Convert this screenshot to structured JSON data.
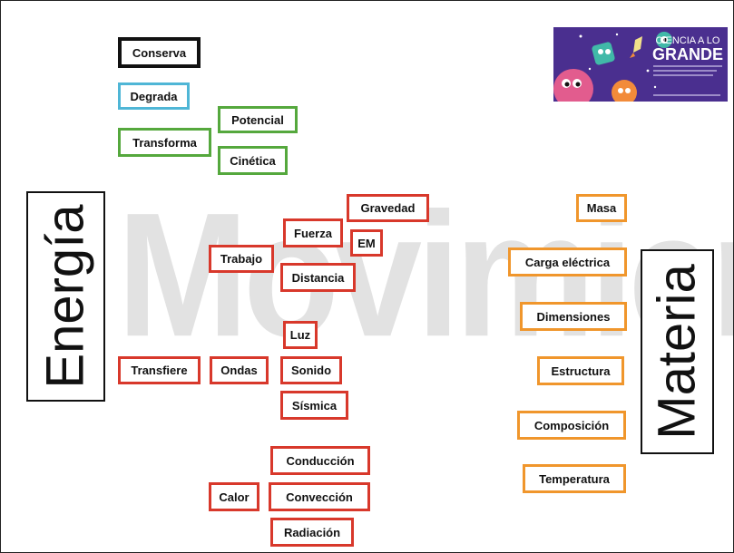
{
  "watermark": "Movimiento",
  "energia_label": "Energía",
  "materia_label": "Materia",
  "logo": {
    "line1": "CIENCIA A LO",
    "line2": "GRANDE",
    "colors": {
      "background": "#4a2f8f",
      "accent_pink": "#e25c8e",
      "accent_orange": "#f28b3a",
      "accent_teal": "#41b9a8"
    }
  },
  "colors": {
    "black": "#111111",
    "blue": "#4fb6d6",
    "green": "#55a83d",
    "red": "#d8382b",
    "orange": "#f0962c",
    "watermark": "#e2e2e2"
  },
  "tags": {
    "conserva": "Conserva",
    "degrada": "Degrada",
    "potencial": "Potencial",
    "transforma": "Transforma",
    "cinetica": "Cinética",
    "gravedad": "Gravedad",
    "fuerza": "Fuerza",
    "em": "EM",
    "trabajo": "Trabajo",
    "distancia": "Distancia",
    "luz": "Luz",
    "transfiere": "Transfiere",
    "ondas": "Ondas",
    "sonido": "Sonido",
    "sismica": "Sísmica",
    "conduccion": "Conducción",
    "calor": "Calor",
    "conveccion": "Convección",
    "radiacion": "Radiación",
    "masa": "Masa",
    "carga_electrica": "Carga eléctrica",
    "dimensiones": "Dimensiones",
    "estructura": "Estructura",
    "composicion": "Composición",
    "temperatura": "Temperatura"
  }
}
